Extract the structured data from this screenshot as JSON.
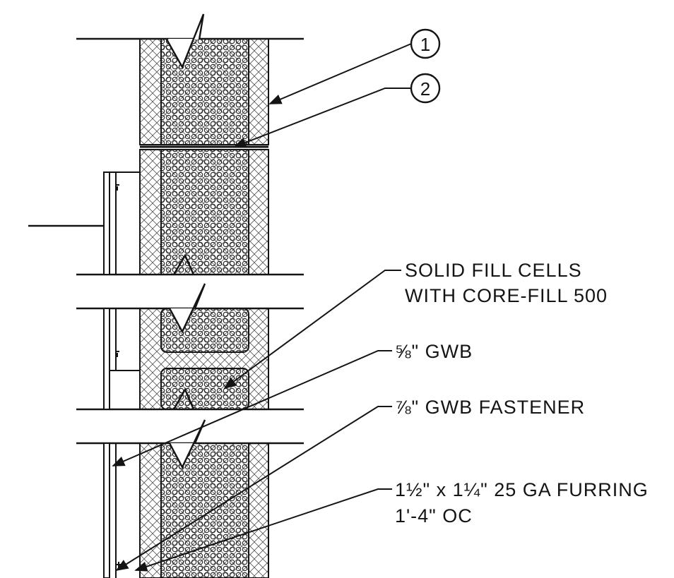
{
  "callouts": [
    {
      "number": "1"
    },
    {
      "number": "2"
    }
  ],
  "notes": [
    {
      "lines": [
        "SOLID FILL CELLS",
        "WITH CORE-FILL 500"
      ]
    },
    {
      "lines": [
        "⅝\" GWB"
      ]
    },
    {
      "lines": [
        "⅞\" GWB FASTENER"
      ]
    },
    {
      "lines": [
        "1½\" x 1¼\" 25 GA FURRING",
        "1'-4\" OC"
      ]
    }
  ],
  "colors": {
    "ink": "#141414",
    "background": "#ffffff"
  }
}
